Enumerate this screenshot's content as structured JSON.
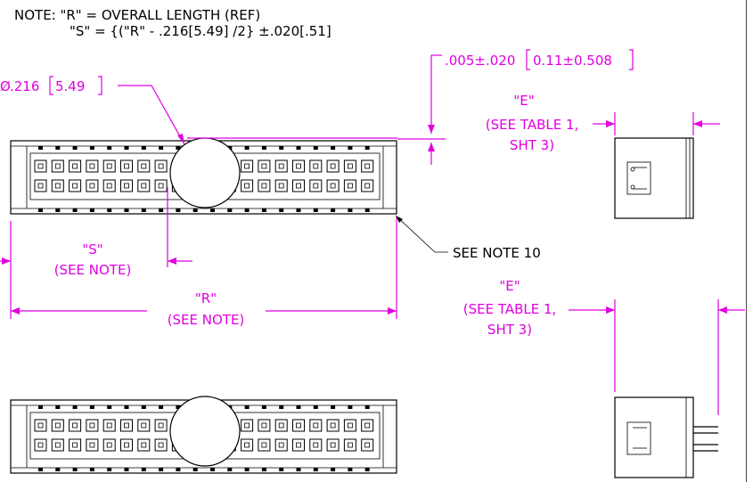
{
  "notes": {
    "line1": "NOTE: \"R\" = OVERALL LENGTH (REF)",
    "line2": "\"S\" = {(\"R\" - .216[5.49] /2} ±.020[.51]"
  },
  "dimensions": {
    "diameter": ".216",
    "diameter_metric": "5.49",
    "offset": ".005±.020",
    "offset_metric": "0.11±0.508",
    "e_top": {
      "l1": "\"E\"",
      "l2": "(SEE TABLE 1,",
      "l3": "SHT 3)"
    },
    "s_label": {
      "l1": "\"S\"",
      "l2": "(SEE NOTE)"
    },
    "r_label": {
      "l1": "\"R\"",
      "l2": "(SEE NOTE)"
    },
    "e_mid": {
      "l1": "\"E\"",
      "l2": "(SEE TABLE 1,",
      "l3": "SHT 3)"
    },
    "callout": "SEE NOTE 10",
    "diameter_symbol": "Ø"
  },
  "colors": {
    "dimension": "#e000e0",
    "outline": "#000000"
  }
}
